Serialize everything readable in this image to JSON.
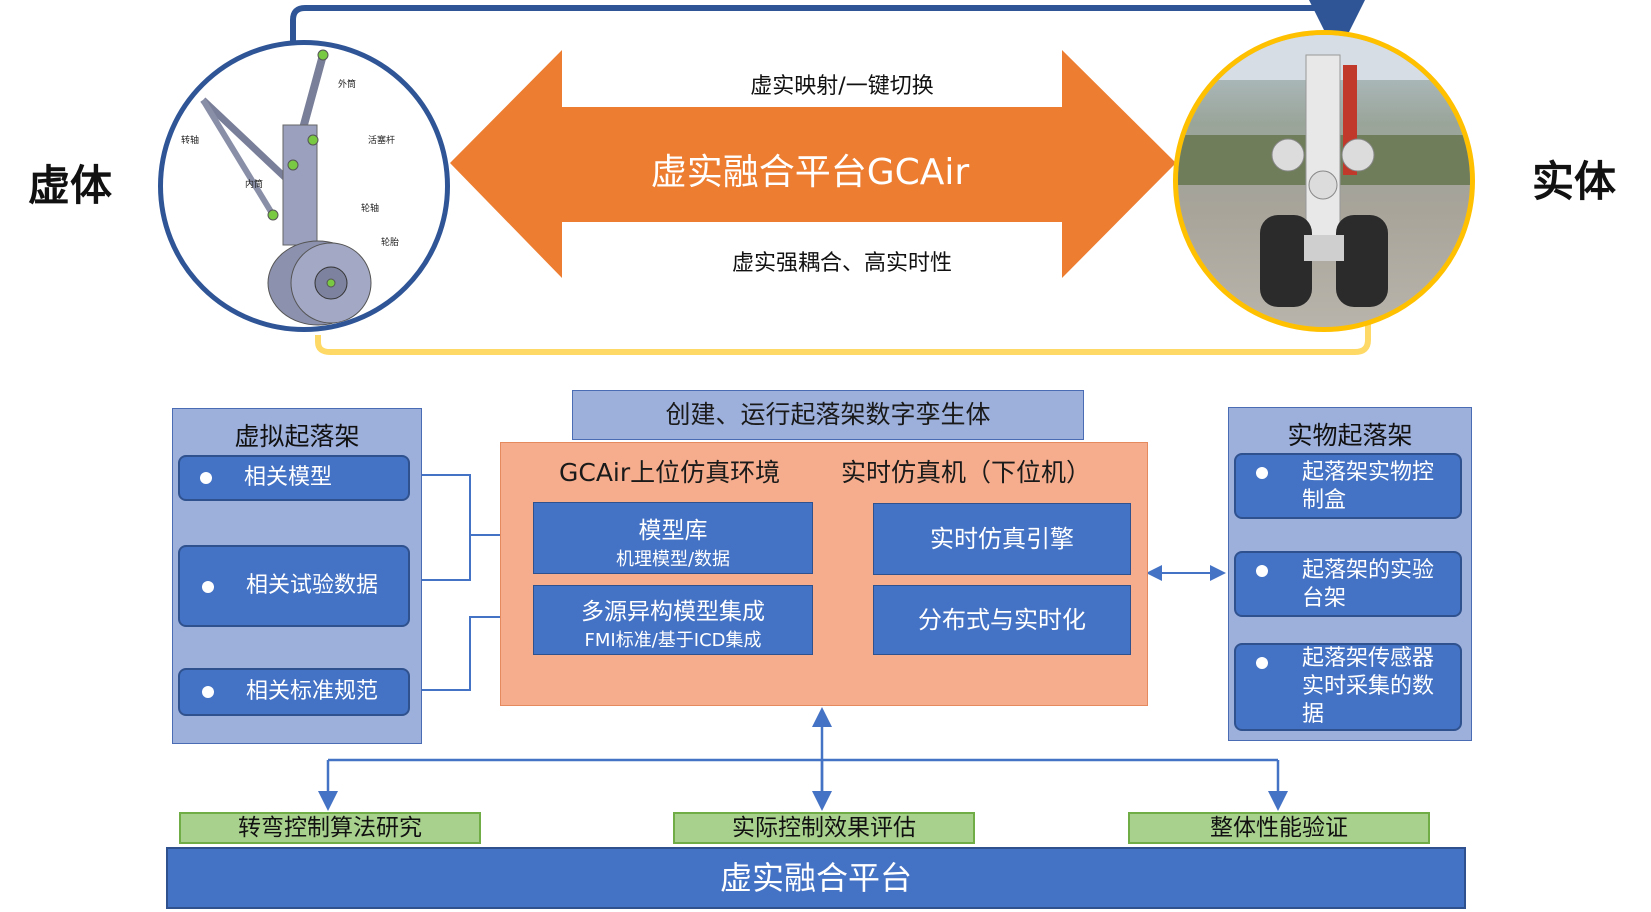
{
  "labels": {
    "virtual": "虚体",
    "physical": "实体"
  },
  "arrow": {
    "top": "虚实映射/一键切换",
    "center": "虚实融合平台GCAir",
    "bottom": "虚实强耦合、高实时性"
  },
  "cad_labels": [
    "外筒",
    "转轴",
    "活塞杆",
    "内筒",
    "轮轴",
    "轮胎"
  ],
  "top_banner": "创建、运行起落架数字孪生体",
  "virtual_panel": {
    "title": "虚拟起落架",
    "items": [
      "相关模型",
      "相关试验数据",
      "相关标准规范"
    ]
  },
  "center_panel": {
    "left_title": "GCAir上位仿真环境",
    "right_title": "实时仿真机（下位机）",
    "model_lib": {
      "title": "模型库",
      "sub": "机理模型/数据"
    },
    "integration": {
      "title": "多源异构模型集成",
      "sub": "FMI标准/基于ICD集成"
    },
    "rt_engine": "实时仿真引擎",
    "distributed": "分布式与实时化"
  },
  "physical_panel": {
    "title": "实物起落架",
    "items": [
      {
        "line1": "起落架实物控",
        "line2": "制盒",
        "line3": ""
      },
      {
        "line1": "起落架的实验",
        "line2": "台架",
        "line3": ""
      },
      {
        "line1": "起落架传感器",
        "line2": "实时采集的数",
        "line3": "据"
      }
    ]
  },
  "outcomes": [
    "转弯控制算法研究",
    "实际控制效果评估",
    "整体性能验证"
  ],
  "platform": "虚实融合平台",
  "colors": {
    "orange_arrow": "#ed7d31",
    "blue": "#4472c4",
    "dark_blue_line": "#2f5597",
    "yellow": "#ffc000",
    "green": "#a9d18e"
  }
}
